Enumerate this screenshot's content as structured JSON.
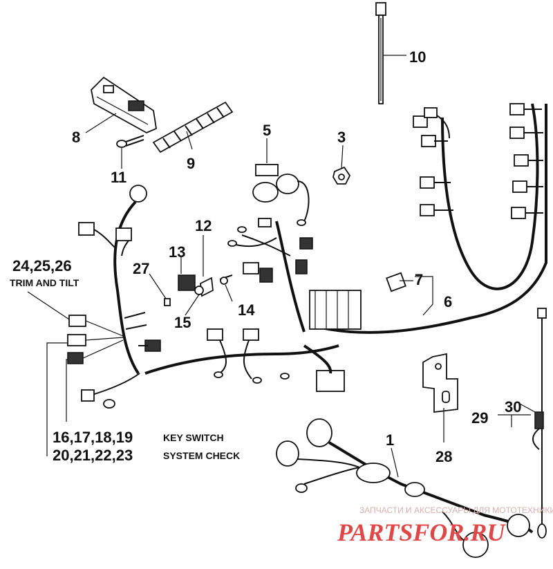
{
  "callouts": {
    "n1": "1",
    "n3": "3",
    "n5": "5",
    "n6": "6",
    "n7": "7",
    "n8": "8",
    "n9": "9",
    "n10": "10",
    "n11": "11",
    "n12": "12",
    "n13": "13",
    "n14": "14",
    "n15": "15",
    "n27": "27",
    "n28": "28",
    "n29": "29",
    "n30": "30",
    "trim_numbers": "24,25,26",
    "trim_label": "TRIM AND TILT",
    "key_numbers": "16,17,18,19",
    "key_label": "KEY SWITCH",
    "system_numbers": "20,21,22,23",
    "system_label": "SYSTEM CHECK"
  },
  "watermark": {
    "line1": "ЗАПЧАСТИ И АКСЕССУАРЫ ДЛЯ МОТОТЕХНИКИ",
    "brand": "PARTSFOR.RU"
  }
}
